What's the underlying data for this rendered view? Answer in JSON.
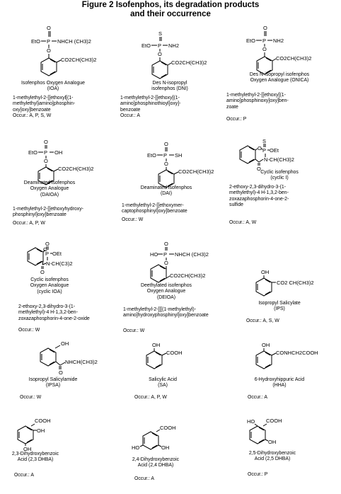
{
  "figure": {
    "title_line1": "Figure 2   Isofenphos, its degradation products",
    "title_line2": "and their occurrence"
  },
  "compounds": [
    {
      "id": "ioa",
      "caption": "Isofenphos Oxygen Analogue\n(IOA)",
      "iupac": "1-methylethyl-2-[[ethoxyl[(1-\nmethylethyl)amino]phosphin-\noxy]oxy]benzoate",
      "occurrence": "Occur.: A, P, S, W",
      "labels": {
        "top": "O",
        "p_left": "EtO",
        "p": "P",
        "p_right": "NHCH (CH3)2",
        "o": "O",
        "ester": "CO2CH(CH3)2"
      }
    },
    {
      "id": "dni",
      "caption": "Des N-isopropyl\nisofenphos (DNI)",
      "iupac": "1-methylethyl-2-[[ethoxy[(1-\namino]phosphinothioyl]oxy]-\nbenzoate",
      "occurrence": "Occur.: A",
      "labels": {
        "top": "S",
        "p_left": "EtO",
        "p": "P",
        "p_right": "NH2",
        "o": "O",
        "ester": "CO2CH(CH3)2"
      }
    },
    {
      "id": "onica",
      "caption": "Des N-isopropyl isofenphos\nOxygen Analogue  (ONICA)",
      "iupac": "1-methylethyl-2-[[ethoxy[(1-\namino]phosphinoxy]oxy]ben-\nzoate",
      "occurrence": "Occur.:  P",
      "labels": {
        "top": "O",
        "p_left": "EtO",
        "p": "P",
        "p_right": "NH2",
        "o": "O",
        "ester": "CO2CH(CH3)2"
      }
    },
    {
      "id": "daioa",
      "caption": "Deaminated isofenphos\nOxygen Analogue\n(DAIOA)",
      "iupac": "1-methylethyl-2-[[ethoxyhydroxy-\nphosphinyl]oxy]benzoate",
      "occurrence": "Occur.: A, P, W",
      "labels": {
        "top": "O",
        "p_left": "EtO",
        "p": "P",
        "p_right": "OH",
        "o": "O",
        "ester": "CO2CH(CH3)2"
      }
    },
    {
      "id": "dai",
      "caption": "Deaminated isofenphos\n(DAI)",
      "iupac": "1-methylethyl-2-[[ethoxymer-\ncaptophosphinyl]oxy]benzoate",
      "occurrence": "Occur.: W",
      "labels": {
        "top": "O",
        "p_left": "EtO",
        "p": "P",
        "p_right": "SH",
        "o": "O",
        "ester": "CO2CH(CH3)2"
      }
    },
    {
      "id": "cyclic_i",
      "caption": "Cyclic isofenphos\n(cyclic I)",
      "iupac": "2-ethoxy-2,3-dihydro-3-(1-\nmethylethyl)-4 H-1,3,2-ben-\nzoxazaphosphorin-4-one-2-\nsulfide",
      "occurrence": "Occur.:  A, W",
      "labels": {
        "top": "S",
        "ring_o": "O",
        "p": "P",
        "p_right": "OEt",
        "n_sub": "N-CH(CH3)2",
        "carbonyl": "O"
      }
    },
    {
      "id": "cyclic_ioa",
      "caption": "Cyclic isofenphos\nOxygen Analogue\n(cyclic IOA)",
      "iupac": "2-ethoxy-2,3-dihydro-3-(1-\nmethylethyl)-4 H-1,3,2-ben-\nzoxazaphosphorin-4-one-2-oxide",
      "occurrence": "Occur.: W",
      "labels": {
        "top": "O",
        "ring_o": "O",
        "p": "P",
        "p_right": "OEt",
        "n_sub": "N-CH(C3)2",
        "carbonyl": "O"
      }
    },
    {
      "id": "deioa",
      "caption": "Deethylated isofenphos\nOxygen Analogue\n(DEIOA)",
      "iupac": "1-methylethyl-2-[[[(1-methylethyl)-\namino]hydroxyphosphinyl]oxy]benzoate",
      "occurrence": "Occur.: W",
      "labels": {
        "top": "O",
        "p_left": "HO",
        "p": "P",
        "p_right": "NHCH (CH3)2",
        "o": "O",
        "ester": "CO2CH(CH3)2"
      }
    },
    {
      "id": "ips",
      "caption": "Isopropyl Salicylate\n(IPS)",
      "iupac": "",
      "occurrence": "Occur.: A, S, W",
      "labels": {
        "oh": "OH",
        "sub": "CO2 CH(CH3)2"
      }
    },
    {
      "id": "ipsa",
      "caption": "Isopropyl Salicylamide\n(IPSA)",
      "iupac": "",
      "occurrence": "Occur.: W",
      "labels": {
        "oh": "OH",
        "sub": "NHCH(CH3)2",
        "carbonyl": "O"
      }
    },
    {
      "id": "sa",
      "caption": "Salicylic Acid\n(SA)",
      "iupac": "",
      "occurrence": "Occur.: A, P, W",
      "labels": {
        "oh": "OH",
        "sub": "COOH"
      }
    },
    {
      "id": "hha",
      "caption": "6-Hydroxyhippuric Acid\n(HHA)",
      "iupac": "",
      "occurrence": "Occur.: A",
      "labels": {
        "oh": "OH",
        "sub": "CONHCH2COOH"
      }
    },
    {
      "id": "dhba23",
      "caption": "2,3-Dihydroxybenzoic\nAcid (2,3 DHBA)",
      "iupac": "",
      "occurrence": "Occur.: A",
      "labels": {
        "cooh": "COOH",
        "oh1": "OH",
        "oh2": "OH"
      }
    },
    {
      "id": "dhba24",
      "caption": "2,4-Dihydroxybenzoic\nAcid (2,4 DHBA)",
      "iupac": "",
      "occurrence": "Occur.:  A",
      "labels": {
        "cooh": "COOH",
        "oh1": "OH",
        "oh2": "HO"
      }
    },
    {
      "id": "dhba25",
      "caption": "2,5-Dihydroxybenzoic\nAcid (2,5 DHBA)",
      "iupac": "",
      "occurrence": "Occur.: P",
      "labels": {
        "cooh": "COOH",
        "oh1": "OH",
        "oh2": "HO"
      }
    }
  ]
}
